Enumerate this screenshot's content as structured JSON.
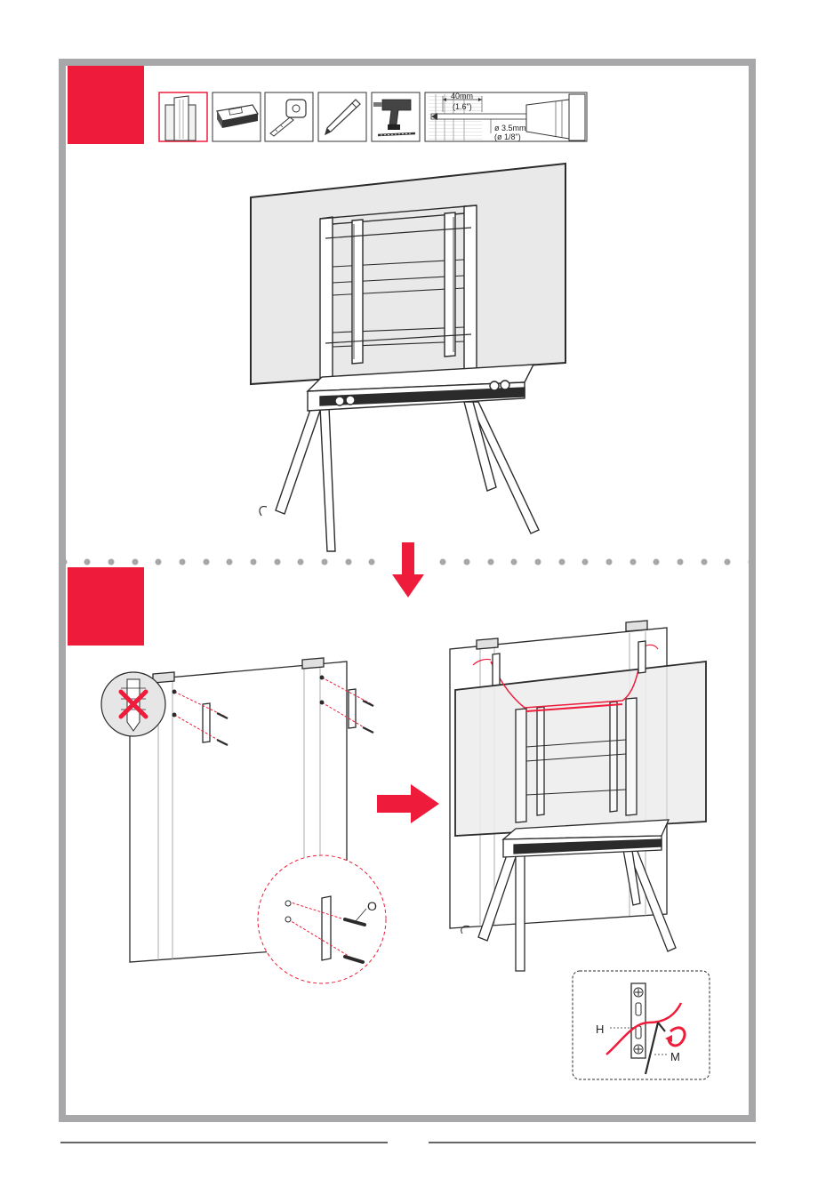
{
  "colors": {
    "accent": "#ee1c3a",
    "frame": "#a7a7a9",
    "line": "#2b2b2b",
    "shade": "#d9d9d9"
  },
  "tools": [
    {
      "icon": "wall-stud-icon"
    },
    {
      "icon": "stud-finder-icon"
    },
    {
      "icon": "tape-measure-icon"
    },
    {
      "icon": "pencil-icon"
    },
    {
      "icon": "power-drill-icon"
    }
  ],
  "drill_spec": {
    "depth_mm": "40mm",
    "depth_in": "(1.6\")",
    "bit_mm": "ø 3.5mm",
    "bit_in": "(ø 1/8\")"
  },
  "callouts": {
    "screw": "O",
    "strap": "H",
    "wrench": "M"
  }
}
